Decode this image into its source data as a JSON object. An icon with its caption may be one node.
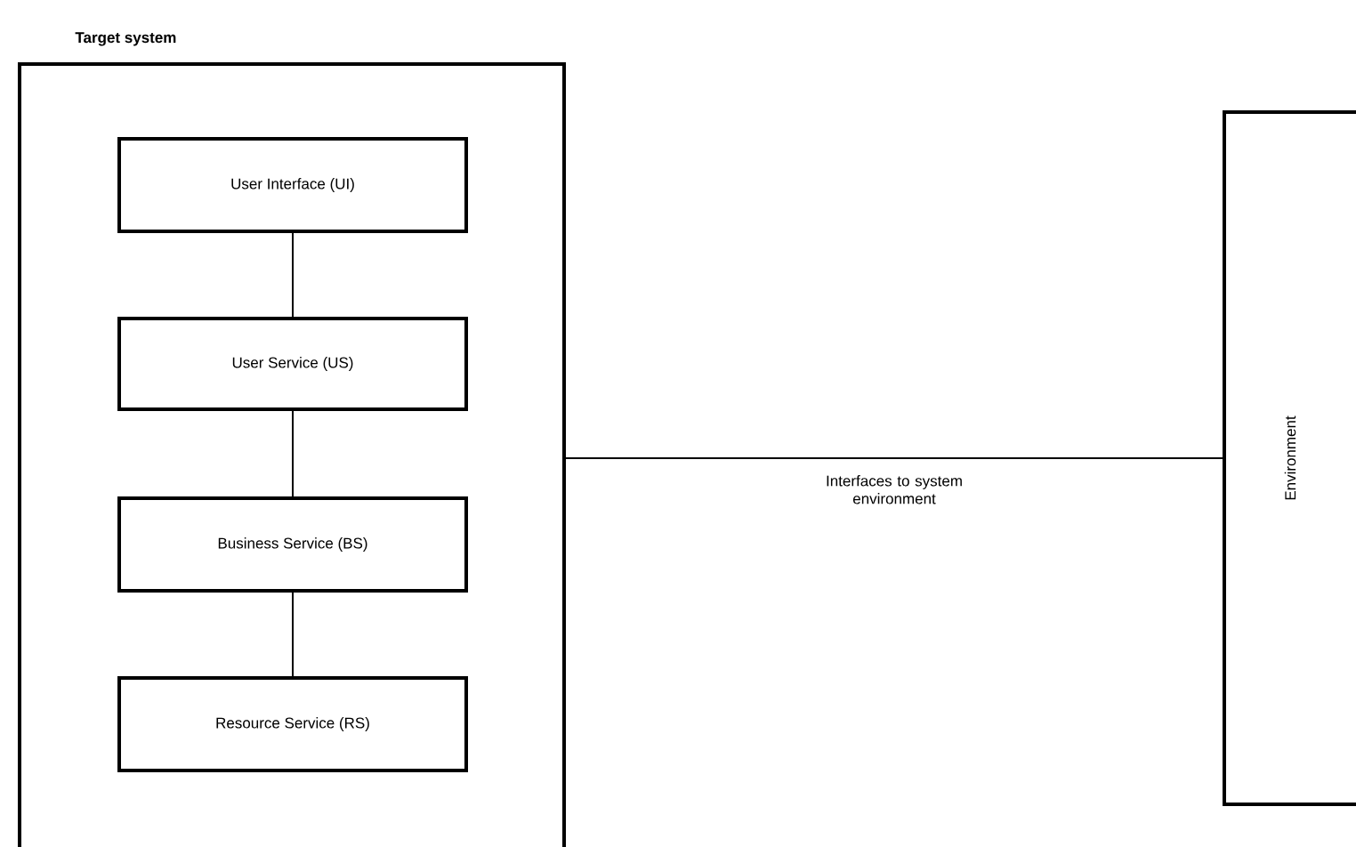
{
  "diagram": {
    "nodes": [
      {
        "text": [
          "Target system"
        ]
      },
      {
        "text": [
          "User Interface (UI)"
        ],
        "in": 0
      },
      {
        "text": [
          "User Service (US)"
        ],
        "in": 0
      },
      {
        "text": [
          "Business Service (BS)"
        ],
        "in": 0
      },
      {
        "text": [
          "Resource Service (RS)"
        ],
        "in": 0
      },
      {
        "text": [
          "Environment"
        ]
      }
    ],
    "edges": [
      {
        "from": 1,
        "to": 2,
        "arrow": "none"
      },
      {
        "from": 2,
        "to": 3,
        "arrow": "none"
      },
      {
        "from": 3,
        "to": 4,
        "arrow": "none"
      },
      {
        "from": 0,
        "to": 5,
        "arrow": "none",
        "label": "Interfaces to system environment"
      }
    ]
  }
}
